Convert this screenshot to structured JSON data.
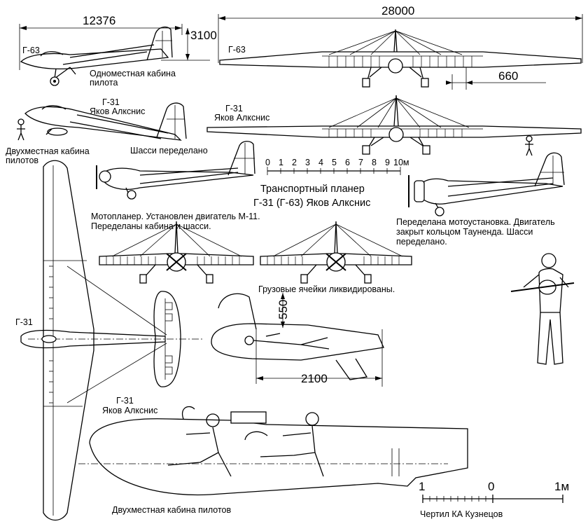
{
  "dimensions": {
    "side_length": "12376",
    "side_height": "3100",
    "wingspan": "28000",
    "strut_offset": "660",
    "cabin_height": "550",
    "cabin_length": "2100"
  },
  "labels": {
    "g63_side": "Г-63",
    "g63_front": "Г-63",
    "single_cabin_line1": "Одноместная кабина",
    "single_cabin_line2": "пилота",
    "g31_side_name1": "Г-31",
    "g31_side_name2": "Яков Алкснис",
    "g31_front_name1": "Г-31",
    "g31_front_name2": "Яков Алкснис",
    "two_seat_cabin_line1": "Двухместная кабина",
    "two_seat_cabin_line2": "пилотов",
    "gear_modified": "Шасси переделано",
    "scale_ticks": [
      "0",
      "1",
      "2",
      "3",
      "4",
      "5",
      "6",
      "7",
      "8",
      "9",
      "10м"
    ],
    "title_line1": "Транспортный планер",
    "title_line2": "Г-31 (Г-63) Яков Алкснис",
    "motor_glider_line1": "Мотопланер. Установлен двигатель М-11.",
    "motor_glider_line2": "Переделаны        кабина и шасси.",
    "engine_mod_line1": "Переделана мотоустановка. Двигатель",
    "engine_mod_line2": "закрыт кольцом Тауненда. Шасси",
    "engine_mod_line3": "переделано.",
    "cargo_removed": "Грузовые ячейки ликвидированы.",
    "g31_plan": "Г-31",
    "g31_cabin_name1": "Г-31",
    "g31_cabin_name2": "Яков Алкснис",
    "two_seat_bottom": "Двухместная кабина пилотов",
    "small_scale_ticks": [
      "1",
      "0",
      "1м"
    ],
    "author": "Чертил КА Кузнецов"
  },
  "icons": [
    "glider-side-view",
    "glider-front-view",
    "motor-glider-side-view",
    "plan-view",
    "cabin-section",
    "pilot-figure",
    "man-with-instrument-figure"
  ]
}
